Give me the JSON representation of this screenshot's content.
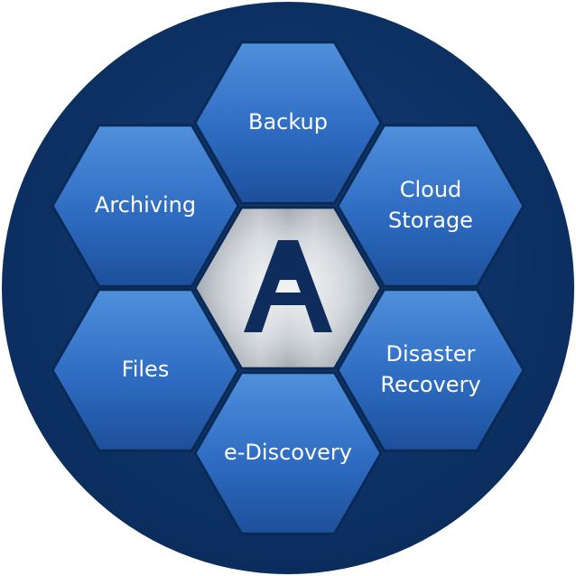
{
  "diagram": {
    "center": {
      "logo_letter": "A"
    },
    "segments": [
      {
        "id": "backup",
        "lines": [
          "Backup"
        ]
      },
      {
        "id": "cloud-storage",
        "lines": [
          "Cloud",
          "Storage"
        ]
      },
      {
        "id": "disaster-recovery",
        "lines": [
          "Disaster",
          "Recovery"
        ]
      },
      {
        "id": "e-discovery",
        "lines": [
          "e-Discovery"
        ]
      },
      {
        "id": "files",
        "lines": [
          "Files"
        ]
      },
      {
        "id": "archiving",
        "lines": [
          "Archiving"
        ]
      }
    ]
  },
  "colors": {
    "background_circle": "#0b2d5e",
    "circle_rim": "#153d78",
    "hex_light": "#4f90dc",
    "hex_mid": "#2e6cc2",
    "hex_dark": "#1d4f9a",
    "hex_stroke": "#0a2a56",
    "label_text": "#ffffff",
    "metal_light": "#f2f4f6",
    "metal_mid": "#c8cdd3",
    "metal_dark": "#8c949c",
    "logo": "#0e2c5c"
  }
}
